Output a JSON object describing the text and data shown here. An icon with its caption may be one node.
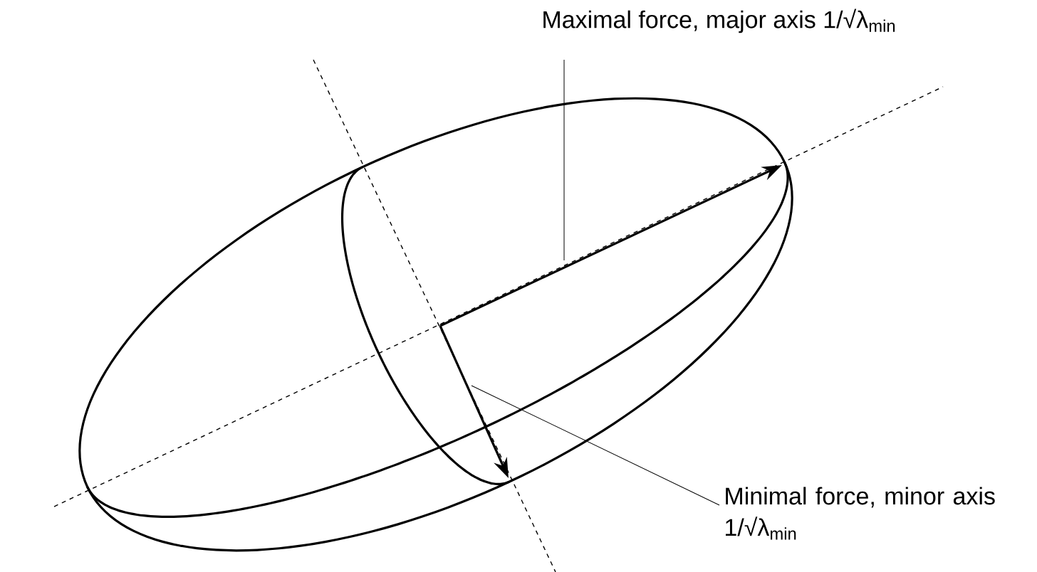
{
  "diagram": {
    "nodes": [
      {
        "text": [
          "Maximal force, major axis 1/√λ$_{min}$"
        ]
      },
      {
        "text": [
          "Minimal force, minor axis 1/√λ$_{min}$"
        ]
      }
    ],
    "edges": [
      {
        "from": 0,
        "to": null,
        "arrow": "none"
      },
      {
        "from": 1,
        "to": null,
        "arrow": "none"
      }
    ]
  }
}
